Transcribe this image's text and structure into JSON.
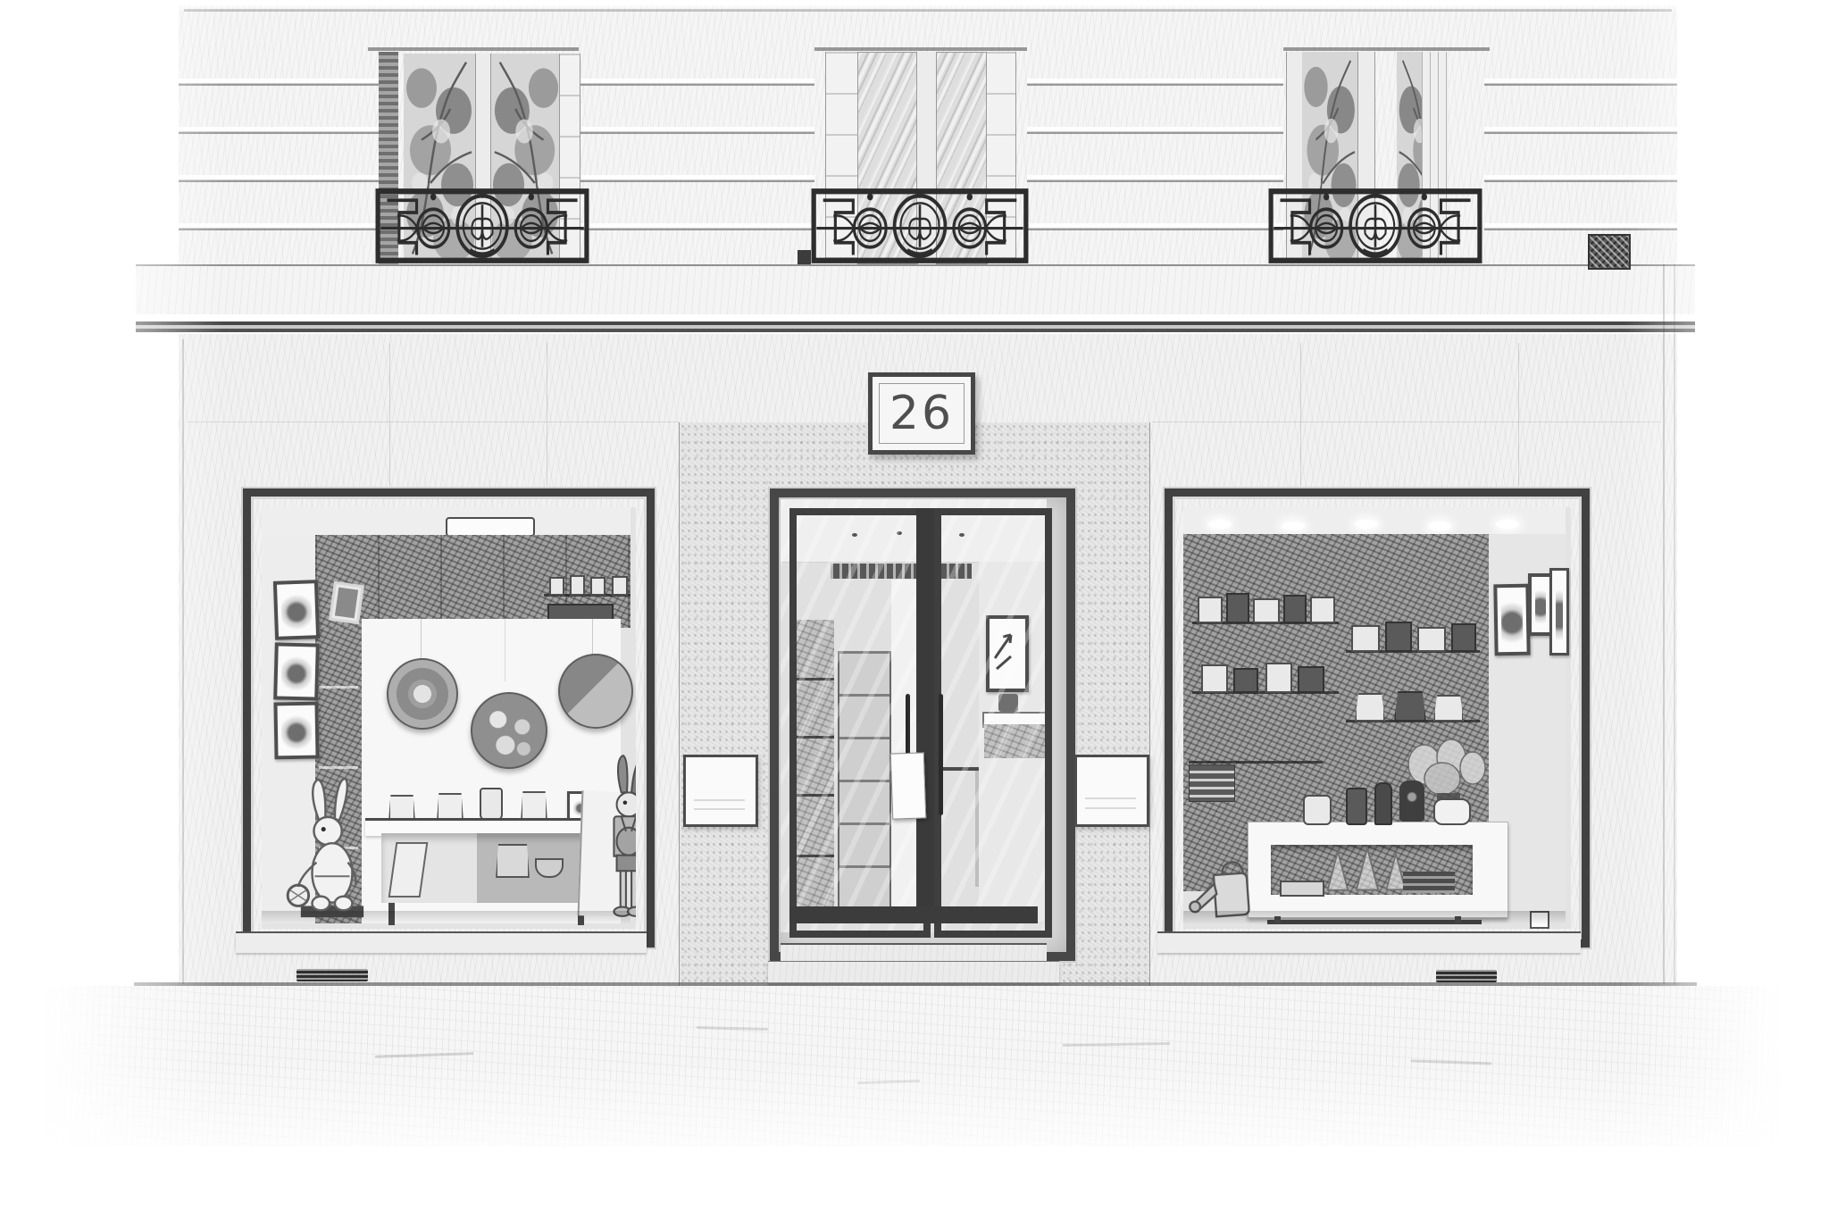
{
  "scene": {
    "title": "Pencil sketch of a Parisian shopfront",
    "style": "graphite pencil sketch on white paper",
    "building_number": "26",
    "upper_floor": {
      "french_windows": 3,
      "wrought_iron_balconies": 3,
      "window_reflections": "tree foliage in left and right windows, soft light in middle window"
    },
    "storefront": {
      "left_display_window": "framed prints on left wall, three decorative wall plates on white panel, low display table with ceramics, toy rabbit figurine and dressed rabbit mannequin",
      "entry_door": "central recessed double glass door with view into the boutique and a small white hanging sign",
      "right_display_window": "dark shelving full of goods, framed pictures on side wall, white open display table with vases and glass cones, watering can on floor",
      "plaques": [
        "blank square plaque left of door",
        "blank square plaque right of door"
      ],
      "vents": [
        "grille under left window",
        "grille under right window"
      ]
    },
    "sidewalk": "lightly sketched pavement fading to white",
    "palette": {
      "paper": "#ffffff",
      "graphite_light": "#e9e9e9",
      "graphite_mid": "#b3b3b3",
      "graphite_dark": "#3a3a3a",
      "line": "#4f4f4f"
    }
  }
}
